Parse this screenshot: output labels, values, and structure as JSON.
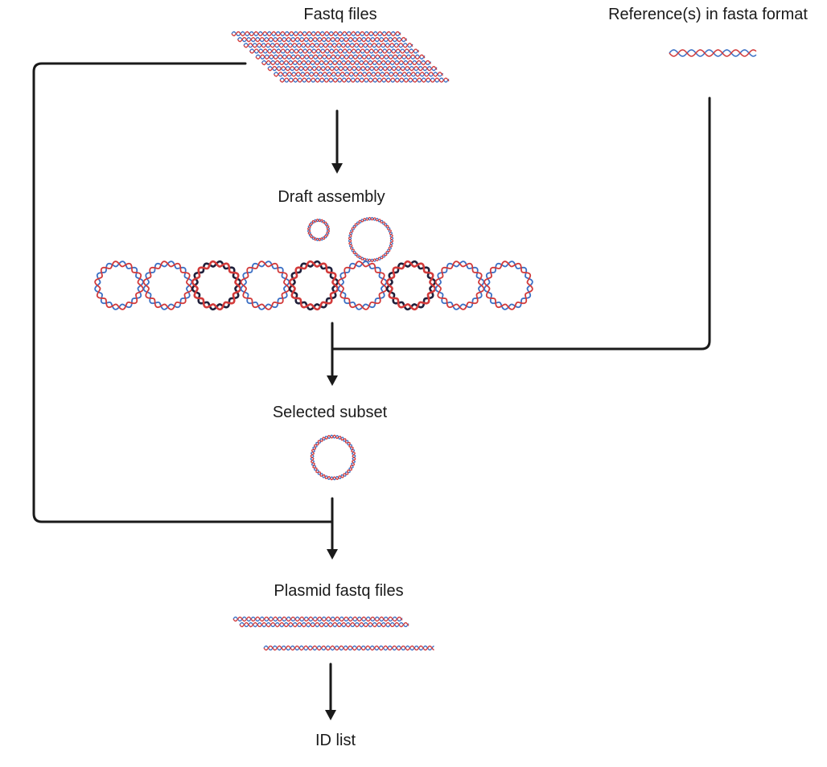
{
  "labels": {
    "fastq_files": "Fastq files",
    "reference": "Reference(s) in fasta format",
    "draft_assembly": "Draft assembly",
    "selected_subset": "Selected subset",
    "plasmid_fastq_files": "Plasmid fastq files",
    "id_list": "ID list"
  },
  "colors": {
    "strand_red": "#d23a3a",
    "strand_blue": "#3a6fc4",
    "strand_dark": "#1f1f3a",
    "small_ring": "#8a5a6e",
    "line": "#1a1a1a"
  },
  "icons": {
    "fastq_reads": "dna-reads-icon",
    "reference": "dna-strand-icon",
    "draft_contigs": "circular-dna-icon",
    "plasmid_reads": "dna-reads-icon",
    "arrow": "arrow-down-icon"
  }
}
